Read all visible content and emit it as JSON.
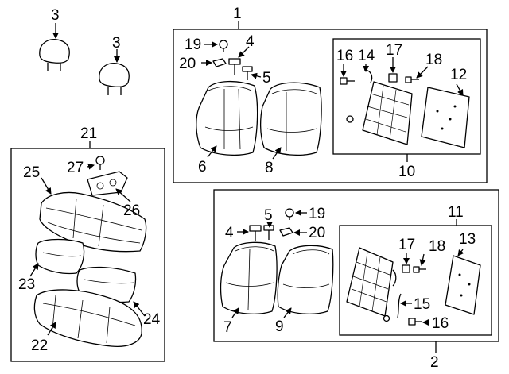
{
  "diagram": {
    "callouts": {
      "c1": "1",
      "c2": "2",
      "c3a": "3",
      "c3b": "3",
      "c4a": "4",
      "c4b": "4",
      "c5a": "5",
      "c5b": "5",
      "c6": "6",
      "c7": "7",
      "c8": "8",
      "c9": "9",
      "c10": "10",
      "c11": "11",
      "c12": "12",
      "c13": "13",
      "c14": "14",
      "c15": "15",
      "c16a": "16",
      "c16b": "16",
      "c17a": "17",
      "c17b": "17",
      "c18a": "18",
      "c18b": "18",
      "c19a": "19",
      "c19b": "19",
      "c20a": "20",
      "c20b": "20",
      "c21": "21",
      "c22": "22",
      "c23": "23",
      "c24": "24",
      "c25": "25",
      "c26": "26",
      "c27": "27"
    }
  }
}
